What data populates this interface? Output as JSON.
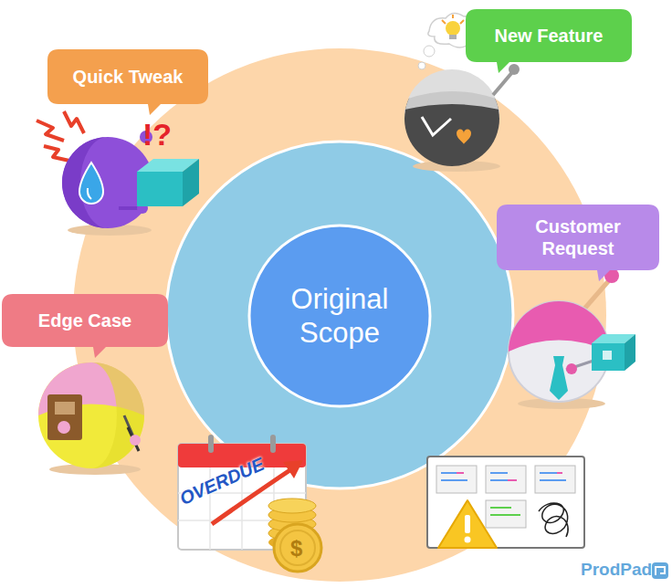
{
  "diagram": {
    "nodes": [
      {
        "text": [
          "New Feature"
        ]
      },
      {
        "text": [
          "Quick Tweak"
        ]
      },
      {
        "text": [
          "Customer Request"
        ]
      },
      {
        "text": [
          "Original Scope"
        ]
      },
      {
        "text": [
          "Edge Case"
        ]
      }
    ],
    "labels": [
      "!?",
      "OVERDUE",
      "$",
      "ProdPad"
    ]
  }
}
